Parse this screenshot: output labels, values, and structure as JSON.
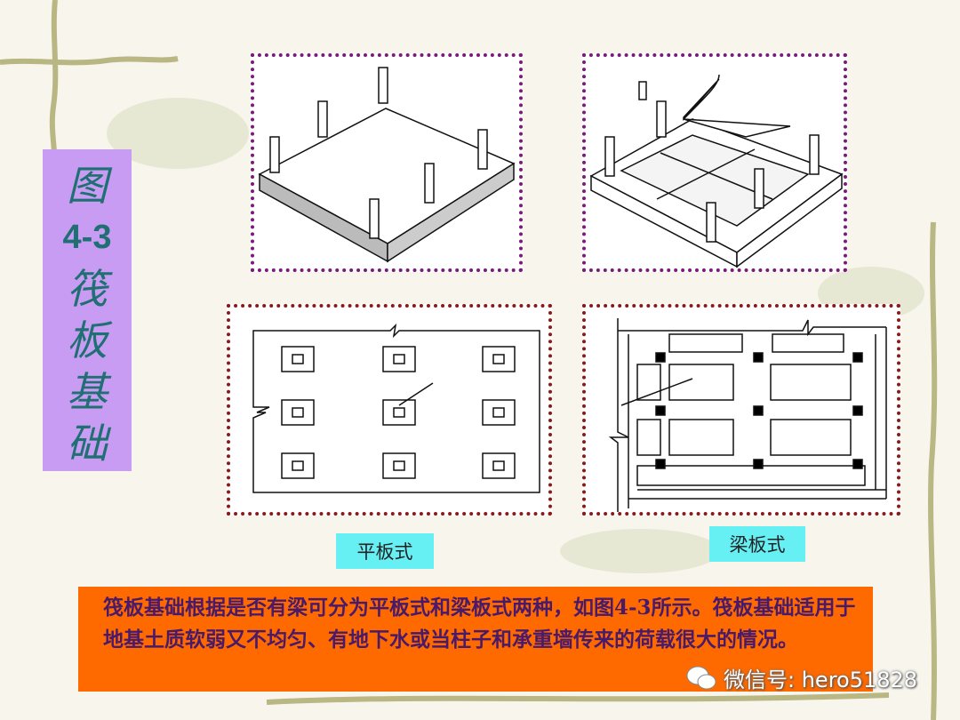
{
  "side_title": {
    "chars": [
      "图",
      "4-3",
      "筏",
      "板",
      "基",
      "础"
    ]
  },
  "labels": {
    "flat": "平板式",
    "beam": "梁板式"
  },
  "description": "筏板基础根据是否有梁可分为平板式和梁板式两种，如图4-3所示。筏板基础适用于地基土质软弱又不均匀、有地下水或当柱子和承重墙传来的荷载很大的情况。",
  "watermark": "微信号: hero51828",
  "colors": {
    "title_bg": "#c79cf2",
    "title_text": "#1f6f73",
    "label_bg": "#66f0f4",
    "desc_bg": "#ff6a00",
    "desc_text": "#4a1a6a"
  }
}
